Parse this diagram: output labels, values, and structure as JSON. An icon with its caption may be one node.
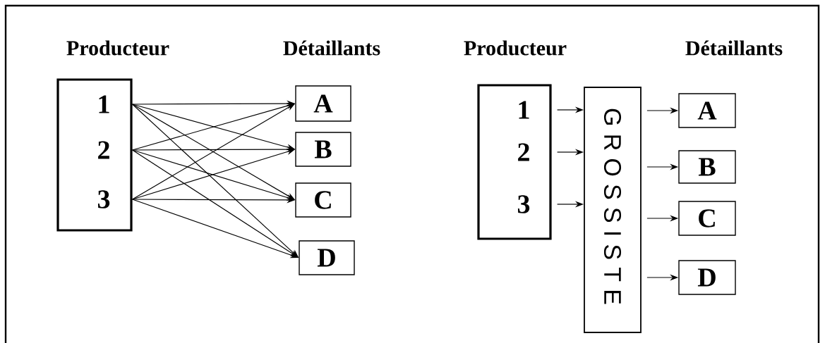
{
  "diagram": {
    "nodes": [
      {
        "text": [
          "Producteur"
        ]
      },
      {
        "text": [
          "1"
        ],
        "in": 0
      },
      {
        "text": [
          "2"
        ],
        "in": 0
      },
      {
        "text": [
          "3"
        ],
        "in": 0
      },
      {
        "text": [
          "A"
        ]
      },
      {
        "text": [
          "B"
        ]
      },
      {
        "text": [
          "C"
        ]
      },
      {
        "text": [
          "D"
        ]
      },
      {
        "text": [
          "Producteur"
        ]
      },
      {
        "text": [
          "1"
        ],
        "in": 8
      },
      {
        "text": [
          "2"
        ],
        "in": 8
      },
      {
        "text": [
          "3"
        ],
        "in": 8
      },
      {
        "text": [
          "G R O S S I S T E"
        ]
      },
      {
        "text": [
          "A"
        ]
      },
      {
        "text": [
          "B"
        ]
      },
      {
        "text": [
          "C"
        ]
      },
      {
        "text": [
          "D"
        ]
      }
    ],
    "edges": [
      {
        "from": 1,
        "to": 4,
        "arrow": "to"
      },
      {
        "from": 1,
        "to": 5,
        "arrow": "to"
      },
      {
        "from": 1,
        "to": 6,
        "arrow": "to"
      },
      {
        "from": 1,
        "to": 7,
        "arrow": "to"
      },
      {
        "from": 2,
        "to": 4,
        "arrow": "to"
      },
      {
        "from": 2,
        "to": 5,
        "arrow": "to"
      },
      {
        "from": 2,
        "to": 6,
        "arrow": "to"
      },
      {
        "from": 2,
        "to": 7,
        "arrow": "to"
      },
      {
        "from": 3,
        "to": 4,
        "arrow": "to"
      },
      {
        "from": 3,
        "to": 5,
        "arrow": "to"
      },
      {
        "from": 3,
        "to": 6,
        "arrow": "to"
      },
      {
        "from": 3,
        "to": 7,
        "arrow": "to"
      },
      {
        "from": 9,
        "to": 12,
        "arrow": "to"
      },
      {
        "from": 10,
        "to": 12,
        "arrow": "to"
      },
      {
        "from": 11,
        "to": 12,
        "arrow": "to"
      },
      {
        "from": 12,
        "to": 13,
        "arrow": "to"
      },
      {
        "from": 12,
        "to": 14,
        "arrow": "to"
      },
      {
        "from": 12,
        "to": 15,
        "arrow": "to"
      },
      {
        "from": 12,
        "to": 16,
        "arrow": "to"
      }
    ],
    "labels": [
      "Détaillants",
      "Détaillants"
    ]
  }
}
